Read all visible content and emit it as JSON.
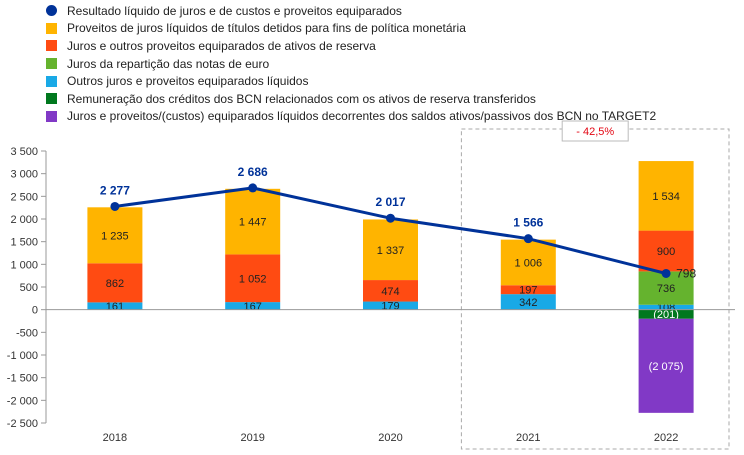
{
  "chart_data": {
    "type": "bar",
    "categories": [
      "2018",
      "2019",
      "2020",
      "2021",
      "2022"
    ],
    "ylim": [
      -2500,
      3500
    ],
    "yticks": [
      3500,
      3000,
      2500,
      2000,
      1500,
      1000,
      500,
      0,
      -500,
      -1000,
      -1500,
      -2000,
      -2500
    ],
    "ytick_labels": [
      "3 500",
      "3 000",
      "2 500",
      "2 000",
      "1 500",
      "1 000",
      "500",
      "0",
      "-500",
      "-1 000",
      "-1 500",
      "-2 000",
      "-2 500"
    ],
    "grid": false,
    "legend_position": "top-left",
    "series": [
      {
        "name": "Outros juros e proveitos equiparados líquidos",
        "color": "#19a9e6",
        "values": [
          161,
          167,
          179,
          342,
          108
        ],
        "labels": [
          "161",
          "167",
          "179",
          "342",
          "108"
        ]
      },
      {
        "name": "Juros da repartição das notas de euro",
        "color": "#65b32e",
        "values": [
          0,
          0,
          0,
          0,
          736
        ],
        "labels": [
          "",
          "",
          "",
          "",
          "736"
        ]
      },
      {
        "name": "Juros e outros proveitos equiparados de ativos de reserva",
        "color": "#ff4b12",
        "values": [
          862,
          1052,
          474,
          197,
          900
        ],
        "labels": [
          "862",
          "1 052",
          "474",
          "197",
          "900"
        ]
      },
      {
        "name": "Proveitos de juros líquidos de títulos detidos para fins de política monetária",
        "color": "#ffb400",
        "values": [
          1235,
          1447,
          1337,
          1006,
          1534
        ],
        "labels": [
          "1 235",
          "1 447",
          "1 337",
          "1 006",
          "1 534"
        ]
      },
      {
        "name": "Remuneração dos créditos dos BCN relacionados com os ativos de reserva transferidos",
        "color": "#00781e",
        "values": [
          0,
          0,
          0,
          0,
          -201
        ],
        "labels": [
          "",
          "",
          "",
          "",
          "(201)"
        ]
      },
      {
        "name": "Juros e proveitos/(custos) equiparados líquidos decorrentes dos saldos ativos/passivos dos BCN no TARGET2",
        "color": "#8139c6",
        "values": [
          0,
          0,
          0,
          0,
          -2075
        ],
        "labels": [
          "",
          "",
          "",
          "",
          "(2 075)"
        ]
      }
    ],
    "line": {
      "name": "Resultado líquido de juros e de custos e proveitos equiparados",
      "color": "#003299",
      "values": [
        2277,
        2686,
        2017,
        1566,
        798
      ],
      "labels": [
        "2 277",
        "2 686",
        "2 017",
        "1 566",
        "798"
      ]
    },
    "annotation": {
      "text": "- 42,5%",
      "color": "#e30613"
    }
  },
  "legend_order": [
    {
      "label": "Resultado líquido de juros e de custos e proveitos equiparados",
      "color": "#003299",
      "marker": "dot"
    },
    {
      "label": "Proveitos de juros líquidos de títulos detidos para fins de política monetária",
      "color": "#ffb400",
      "marker": "square"
    },
    {
      "label": "Juros e outros proveitos equiparados de ativos de reserva",
      "color": "#ff4b12",
      "marker": "square"
    },
    {
      "label": "Juros da repartição das notas de euro",
      "color": "#65b32e",
      "marker": "square"
    },
    {
      "label": "Outros juros e proveitos equiparados líquidos",
      "color": "#19a9e6",
      "marker": "square"
    },
    {
      "label": "Remuneração dos créditos dos BCN relacionados com os ativos de reserva transferidos",
      "color": "#00781e",
      "marker": "square"
    },
    {
      "label": "Juros e proveitos/(custos) equiparados líquidos decorrentes dos saldos ativos/passivos dos BCN no TARGET2",
      "color": "#8139c6",
      "marker": "square"
    }
  ]
}
